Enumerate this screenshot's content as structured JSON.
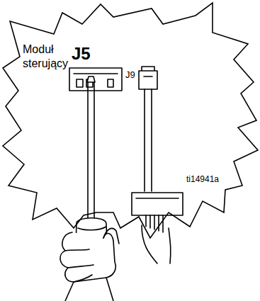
{
  "diagram": {
    "nodes": [
      {
        "text": [
          "Moduł sterujący"
        ]
      }
    ],
    "labels": [
      "J5",
      "J9",
      "ti14941a"
    ]
  }
}
